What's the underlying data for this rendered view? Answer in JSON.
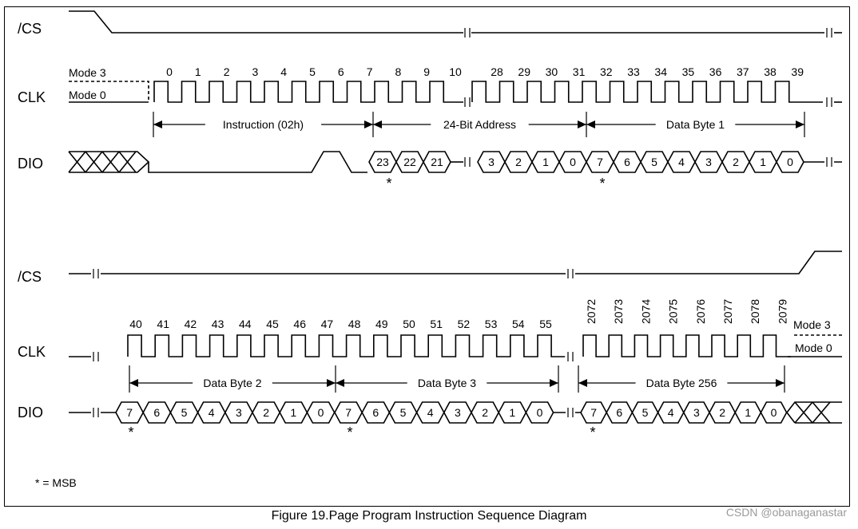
{
  "signals": {
    "top": {
      "cs": "/CS",
      "clk": "CLK",
      "dio": "DIO"
    },
    "bottom": {
      "cs": "/CS",
      "clk": "CLK",
      "dio": "DIO"
    }
  },
  "modes": {
    "top_mode3": "Mode 3",
    "top_mode0": "Mode 0",
    "bottom_mode3": "Mode 3",
    "bottom_mode0": "Mode 0"
  },
  "clock_numbers_top": {
    "first": [
      "0",
      "1",
      "2",
      "3",
      "4",
      "5",
      "6",
      "7",
      "8",
      "9",
      "10"
    ],
    "second": [
      "28",
      "29",
      "30",
      "31",
      "32",
      "33",
      "34",
      "35",
      "36",
      "37",
      "38",
      "39"
    ]
  },
  "clock_numbers_bottom": {
    "first": [
      "40",
      "41",
      "42",
      "43",
      "44",
      "45",
      "46",
      "47",
      "48",
      "49",
      "50",
      "51",
      "52",
      "53",
      "54",
      "55"
    ],
    "second": [
      "2072",
      "2073",
      "2074",
      "2075",
      "2076",
      "2077",
      "2078",
      "2079"
    ]
  },
  "intervals": {
    "instruction": "Instruction (02h)",
    "address": "24-Bit Address",
    "data_byte_1": "Data Byte 1",
    "data_byte_2": "Data Byte 2",
    "data_byte_3": "Data Byte 3",
    "data_byte_256": "Data Byte 256"
  },
  "dio_top": {
    "address_high": [
      "23",
      "22",
      "21"
    ],
    "address_low": [
      "3",
      "2",
      "1",
      "0"
    ],
    "data_byte": [
      "7",
      "6",
      "5",
      "4",
      "3",
      "2",
      "1",
      "0"
    ]
  },
  "dio_bottom": {
    "byte": [
      "7",
      "6",
      "5",
      "4",
      "3",
      "2",
      "1",
      "0"
    ]
  },
  "msb_marker": "*",
  "legend": "* = MSB",
  "caption": "Figure 19.Page Program Instruction Sequence Diagram",
  "watermark": "CSDN @obanaganastar"
}
